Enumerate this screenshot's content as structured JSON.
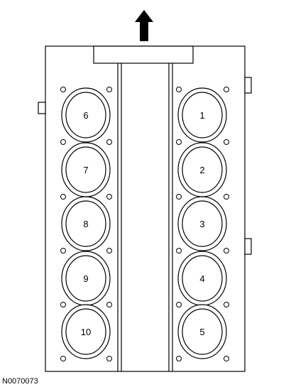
{
  "diagram": {
    "front_arrow_icon": "arrow-up-icon",
    "left_bank": [
      "6",
      "7",
      "8",
      "9",
      "10"
    ],
    "right_bank": [
      "1",
      "2",
      "3",
      "4",
      "5"
    ]
  },
  "figure_id": "N0070073"
}
